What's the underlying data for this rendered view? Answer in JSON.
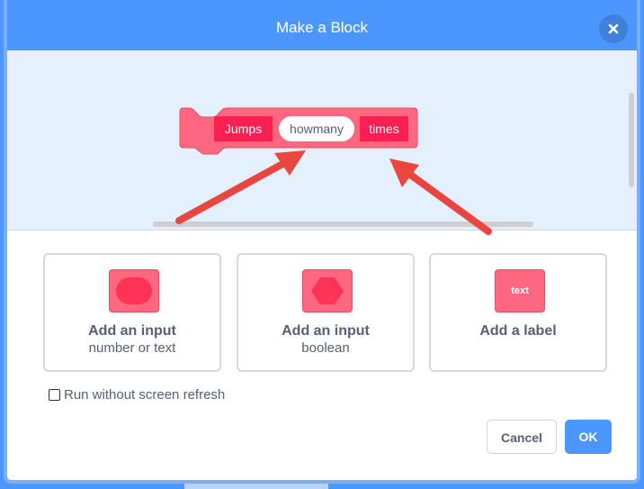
{
  "dialog": {
    "title": "Make a Block",
    "close_icon": "close-icon"
  },
  "block": {
    "color": "#ff6680",
    "label_color": "#ff1f50",
    "parts": [
      {
        "kind": "label",
        "text": "Jumps"
      },
      {
        "kind": "input",
        "text": "howmany"
      },
      {
        "kind": "label",
        "text": "times"
      }
    ]
  },
  "options": [
    {
      "title": "Add an input",
      "subtitle": "number or text",
      "icon": "number-input-icon"
    },
    {
      "title": "Add an input",
      "subtitle": "boolean",
      "icon": "boolean-input-icon"
    },
    {
      "title": "Add a label",
      "subtitle": "",
      "icon": "label-icon",
      "icon_text": "text"
    }
  ],
  "refresh_option": {
    "label": "Run without screen refresh",
    "checked": false
  },
  "buttons": {
    "cancel": "Cancel",
    "ok": "OK"
  },
  "annotations": {
    "arrow_color": "#e8463f",
    "arrow_icon": "arrow-annotation-icon"
  }
}
